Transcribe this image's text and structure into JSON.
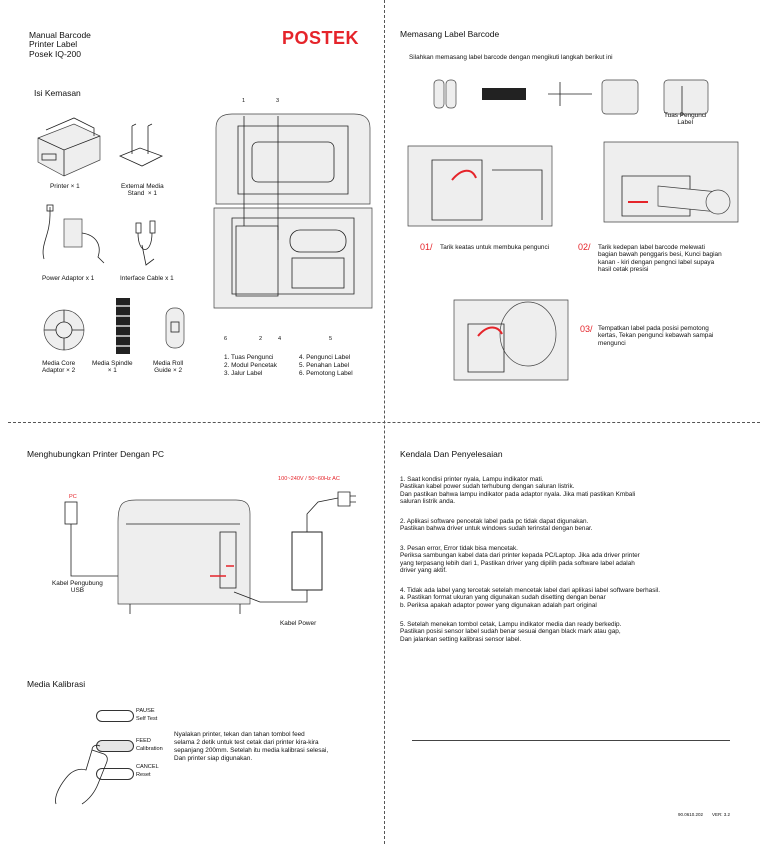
{
  "divider": {},
  "q1": {
    "title_lines": [
      "Manual Barcode",
      "Printer Label",
      "Posek IQ-200"
    ],
    "brand": "POSTEK",
    "section": "Isi Kemasan",
    "items": [
      {
        "label": "Printer × 1"
      },
      {
        "label": "External Media\nStand  × 1"
      },
      {
        "label": "Power Adaptor x 1"
      },
      {
        "label": "Interface Cable x 1"
      },
      {
        "label": "Media Core\nAdaptor × 2"
      },
      {
        "label": "Media Spindle\n× 1"
      },
      {
        "label": "Media Roll\nGuide × 2"
      }
    ],
    "callouts": [
      "1",
      "3",
      "6",
      "2",
      "4",
      "5"
    ],
    "legend_left": "1. Tuas Pengunci\n2. Modul Pencetak\n3. Jalur Label",
    "legend_right": "4. Pengunci Label\n5. Penahan Label\n6. Pemotong Label"
  },
  "q2": {
    "section": "Memasang Label Barcode",
    "intro": "Silahkan memasang label barcode dengan mengikuti langkah berikut ini",
    "part_label": "Tuas Pengunci\nLabel",
    "steps": [
      {
        "num": "01/",
        "text": "Tarik keatas untuk membuka pengunci"
      },
      {
        "num": "02/",
        "text": "Tarik kedepan label barcode melewati\nbagian bawah penggaris besi, Kunci bagian\nkanan - kiri dengan pengnci label supaya\nhasil cetak presisi"
      },
      {
        "num": "03/",
        "text": "Tempatkan label pada posisi pemotong\nkertas, Tekan pengunci kebawah sampai\nmengunci"
      }
    ]
  },
  "q3": {
    "section": "Menghubungkan Printer Dengan PC",
    "power_spec": "100~240V / 50~60Hz AC",
    "pc_label": "PC",
    "usb_label": "Kabel Pengubung\nUSB",
    "power_label": "Kabel Power",
    "calib_section": "Media Kalibrasi",
    "buttons": [
      {
        "top": "PAUSE",
        "bottom": "Self Test"
      },
      {
        "top": "FEED",
        "bottom": "Calibration"
      },
      {
        "top": "CANCEL",
        "bottom": "Reset"
      }
    ],
    "calib_text": "Nyalakan printer, tekan dan tahan tombol feed\nselama 2 detik untuk test cetak dari printer kira-kira\nsepanjang 200mm. Setelah itu media kalibrasi selesai,\nDan printer siap digunakan."
  },
  "q4": {
    "section": "Kendala Dan Penyelesaian",
    "paragraphs": [
      "1. Saat kondisi printer nyala, Lampu indikator mati.\nPastikan kabel power sudah terhubung dengan saluran listrik.\nDan pastikan bahwa lampu indikator pada adaptor nyala. Jika mati pastikan Kmbali\nsaluran listrik anda.",
      "2. Aplikasi software pencetak label pada pc tidak dapat digunakan.\nPastikan bahwa driver untuk windows sudah terinstal dengan benar.",
      "3. Pesan error, Error tidak bisa mencetak.\nPeriksa sambungan kabel data dari printer kepada PC/Laptop. Jika ada driver printer\nyang terpasang lebih dari 1, Pastikan driver yang dipilih pada software label adalah\ndriver yang aktif.",
      "4. Tidak ada label yang tercetak setelah mencetak label dari aplikasi label software berhasil.\na. Pastikan format ukuran yang digunakan sudah disetting dengan benar\nb. Periksa apakah adaptor power yang digunakan adalah part original",
      "5. Setelah menekan tombol cetak, Lampu indikator media dan ready berkedip.\nPastikan posisi sensor label sudah benar sesuai dengan black mark atau gap,\nDan jalankan setting kalibrasi sensor label."
    ],
    "footer_code": "90.0610.202",
    "footer_ver": "VER: 3.2"
  }
}
